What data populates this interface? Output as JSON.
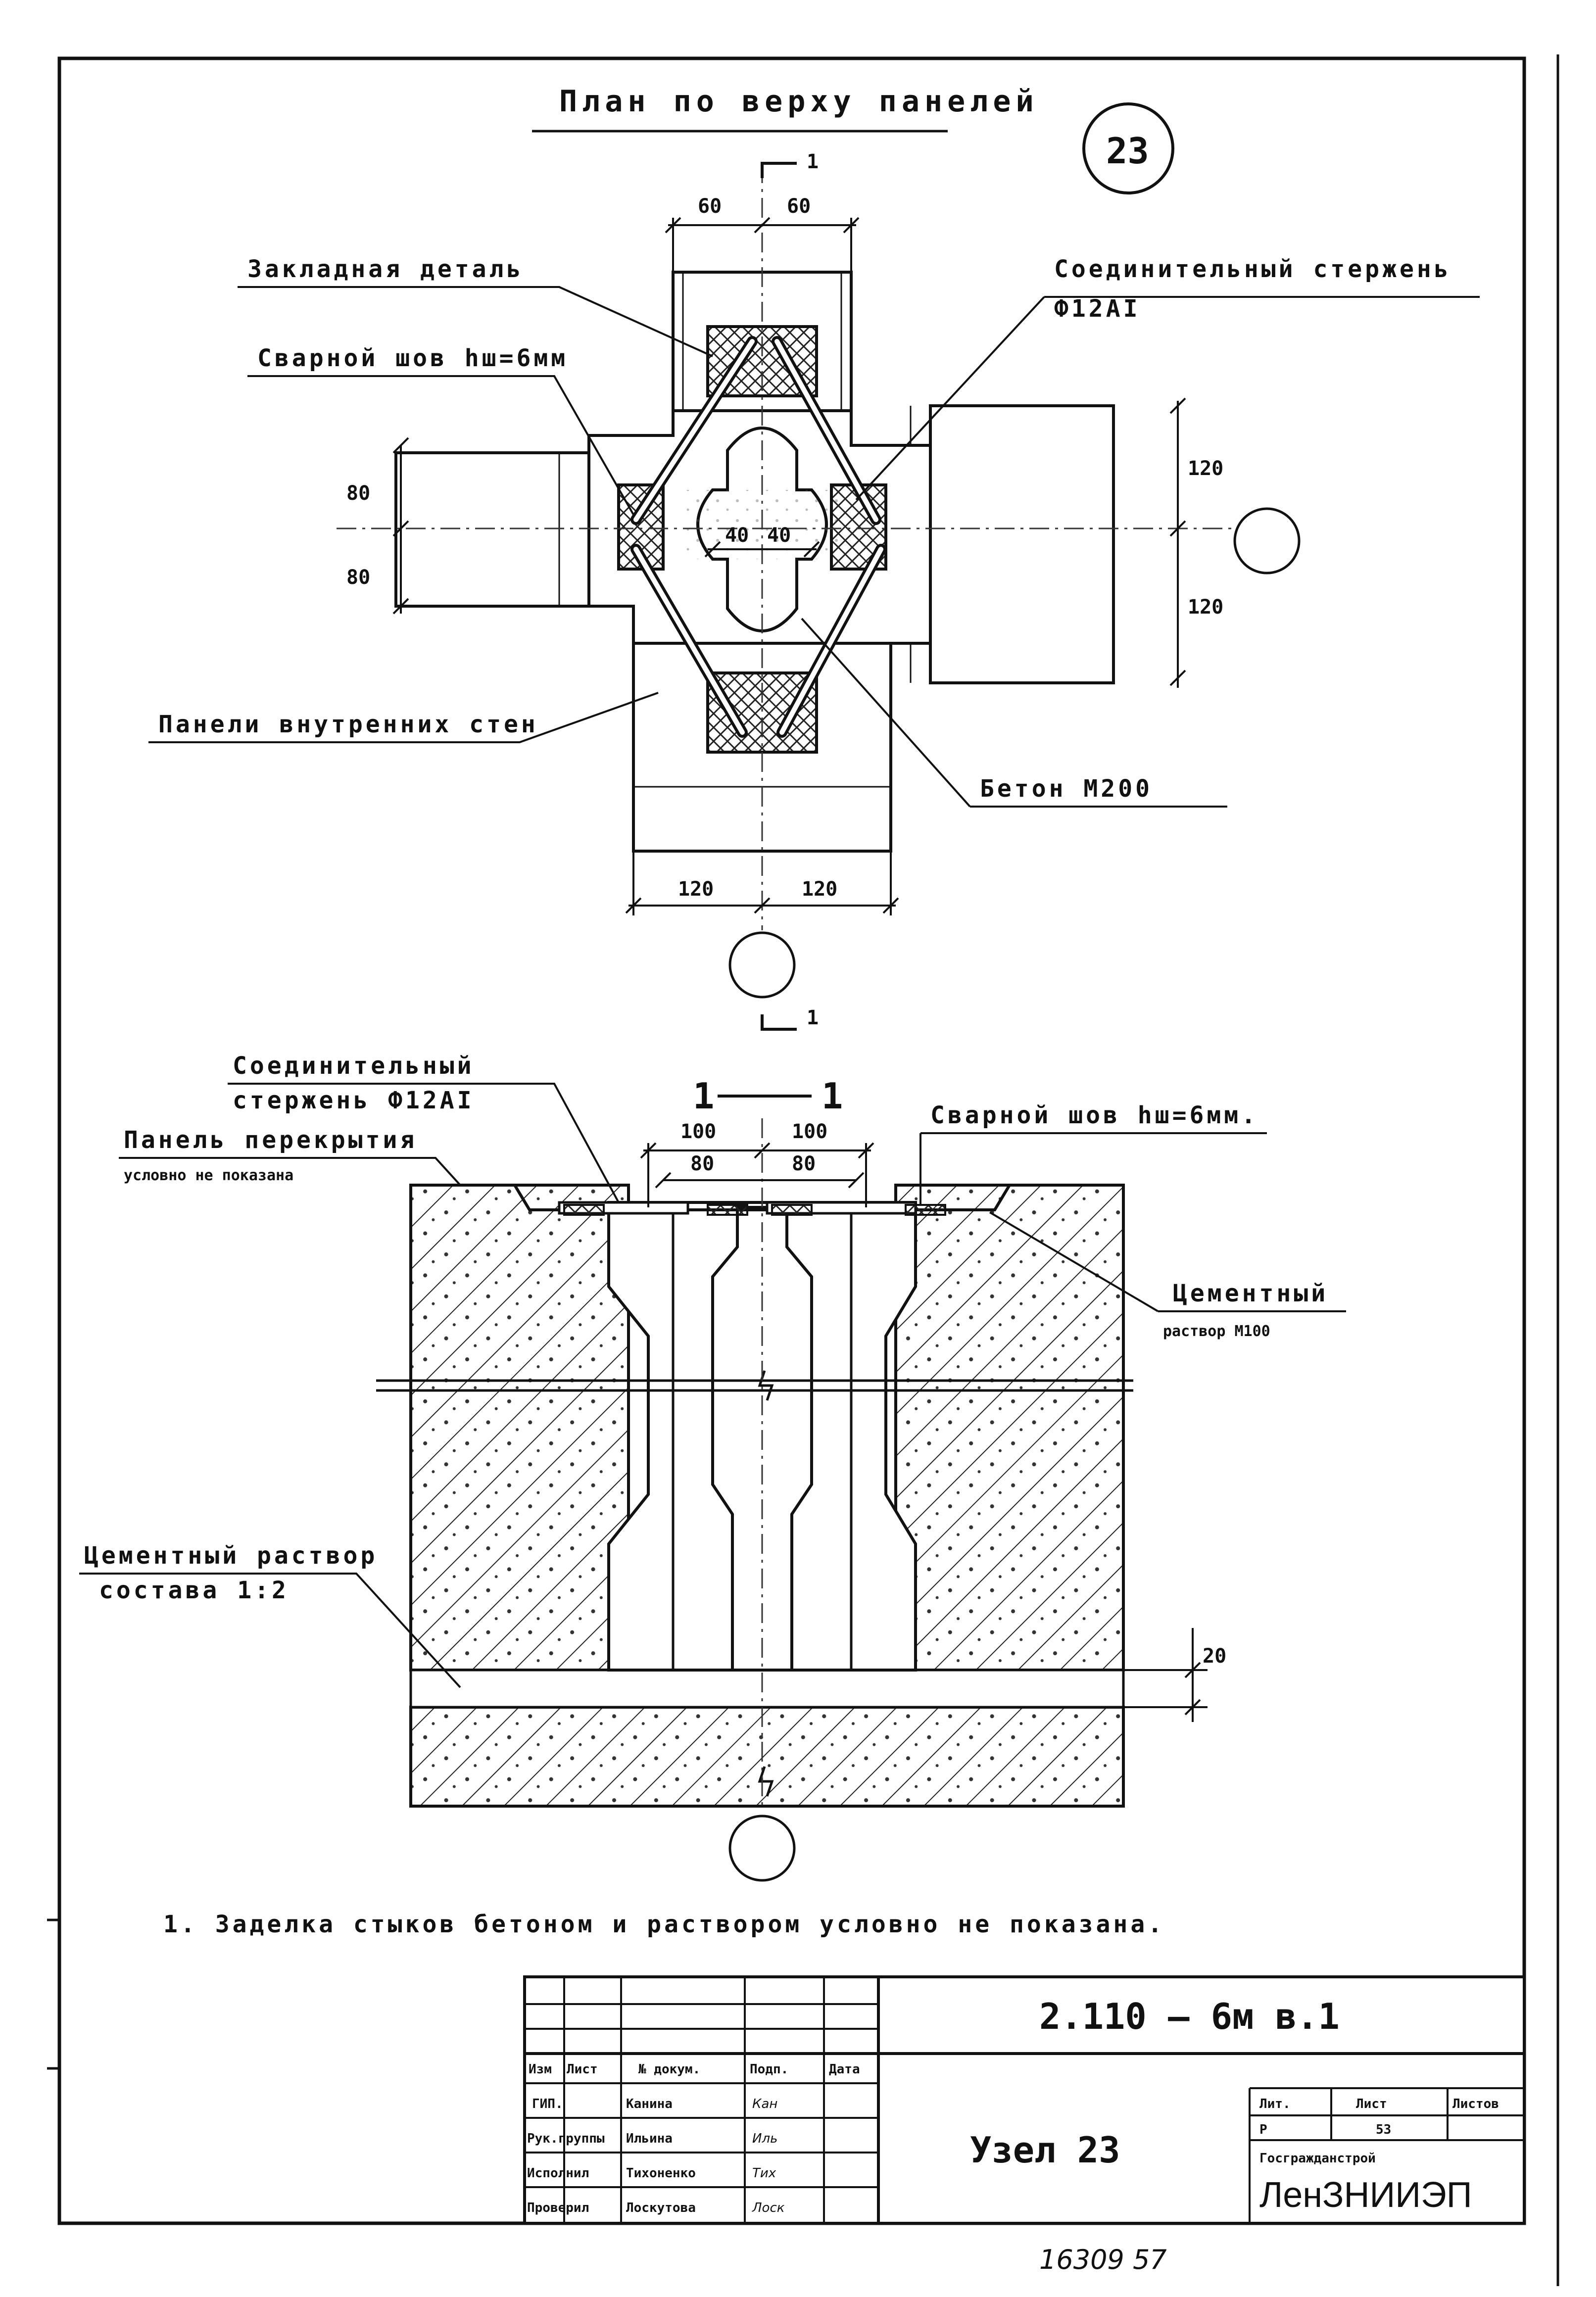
{
  "plan": {
    "title": "План по верху панелей",
    "node_badge": "23",
    "labels": {
      "embedded_part": "Закладная деталь",
      "weld": "Сварной шов hш=6мм",
      "rod": "Соединительный стержень",
      "rod_diam": "Ф12АI",
      "panels": "Панели внутренних стен",
      "concrete": "Бетон М200"
    },
    "dims": {
      "top_left": "60",
      "top_right": "60",
      "left_up": "80",
      "left_down": "80",
      "center_left": "40",
      "center_right": "40",
      "right_up": "120",
      "right_down": "120",
      "bottom_left": "120",
      "bottom_right": "120"
    },
    "section_mark": "1"
  },
  "section": {
    "title_left": "1",
    "title_right": "1",
    "labels": {
      "rod_line1": "Соединительный",
      "rod_line2": "стержень Ф12АI",
      "slab_line1": "Панель перекрытия",
      "slab_line2": "условно не показана",
      "weld": "Сварной шов hш=6мм.",
      "mortar_line1": "Цементный",
      "mortar_line2": "раствор М100",
      "bed_line1": "Цементный раствор",
      "bed_line2": "состава 1:2"
    },
    "dims": {
      "outer_left": "100",
      "outer_right": "100",
      "inner_left": "80",
      "inner_right": "80",
      "joint": "20"
    }
  },
  "note": "1. Заделка стыков бетоном и раствором условно не показана.",
  "title_block": {
    "code": "2.110 — 6м в.1",
    "sheet_title": "Узел 23",
    "headers": {
      "izm": "Изм",
      "list": "Лист",
      "doc": "№ докум.",
      "sign": "Подп.",
      "date": "Дата"
    },
    "staff": [
      {
        "role": "ГИП.",
        "name": "Канина",
        "sign": "Кан"
      },
      {
        "role": "Рук.группы",
        "name": "Ильина",
        "sign": "Иль"
      },
      {
        "role": "Исполнил",
        "name": "Тихоненко",
        "sign": "Тих"
      },
      {
        "role": "Проверил",
        "name": "Лоскутова",
        "sign": "Лоск"
      }
    ],
    "stage_header": "Лит.",
    "sheet_header": "Лист",
    "sheets_header": "Листов",
    "stage": "Р",
    "sheet_no": "53",
    "org_small": "Госгражданстрой",
    "org": "ЛенЗНИИЭП"
  },
  "stamp": "16309 57"
}
